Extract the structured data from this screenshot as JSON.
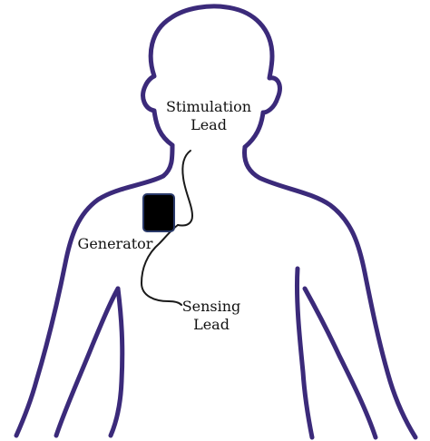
{
  "colors": {
    "body_outline": "#3b2a7a",
    "lead": "#1a1a1a",
    "generator_fill": "#000000",
    "generator_border": "#2a3a6a",
    "text": "#111111",
    "background": "#ffffff"
  },
  "labels": {
    "stimulation_lead": {
      "line1": "Stimulation",
      "line2": "Lead"
    },
    "generator": "Generator",
    "sensing_lead": {
      "line1": "Sensing",
      "line2": "Lead"
    }
  },
  "icons": {
    "body": "human-torso-outline-icon",
    "generator": "pulse-generator-icon"
  }
}
